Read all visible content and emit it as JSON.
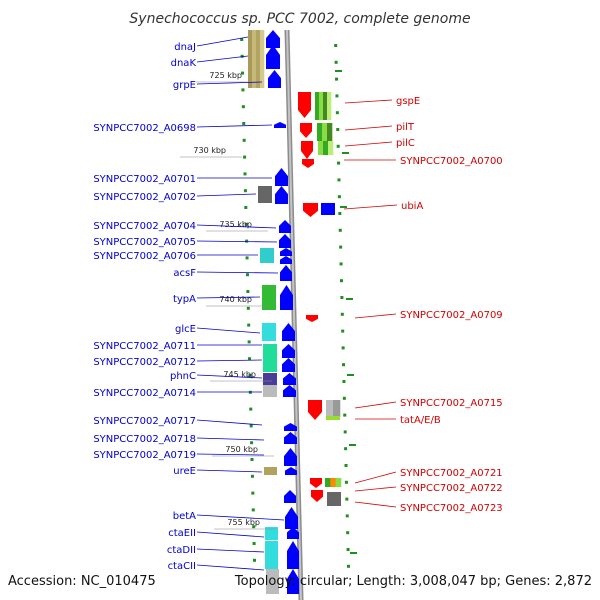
{
  "title": "Synechococcus sp. PCC 7002, complete genome",
  "footer": {
    "accession": "Accession: NC_010475",
    "topology": "Topology: circular; Length: 3,008,047 bp; Genes: 2,872"
  },
  "colors": {
    "forward_gene": "#0000ff",
    "reverse_gene": "#ff0000",
    "left_label": "#0000cc",
    "right_label": "#d40000",
    "tick": "#1f8f1f",
    "backbone": "#999999"
  },
  "ticks": [
    {
      "label": "725 kbp"
    },
    {
      "label": "730 kbp"
    },
    {
      "label": "735 kbp"
    },
    {
      "label": "740 kbp"
    },
    {
      "label": "745 kbp"
    },
    {
      "label": "750 kbp"
    },
    {
      "label": "755 kbp"
    }
  ],
  "left_genes": [
    {
      "label": "dnaJ"
    },
    {
      "label": "dnaK"
    },
    {
      "label": "grpE"
    },
    {
      "label": "SYNPCC7002_A0698"
    },
    {
      "label": "SYNPCC7002_A0701"
    },
    {
      "label": "SYNPCC7002_A0702"
    },
    {
      "label": "SYNPCC7002_A0704"
    },
    {
      "label": "SYNPCC7002_A0705"
    },
    {
      "label": "SYNPCC7002_A0706"
    },
    {
      "label": "acsF"
    },
    {
      "label": "typA"
    },
    {
      "label": "glcE"
    },
    {
      "label": "SYNPCC7002_A0711"
    },
    {
      "label": "SYNPCC7002_A0712"
    },
    {
      "label": "phnC"
    },
    {
      "label": "SYNPCC7002_A0714"
    },
    {
      "label": "SYNPCC7002_A0717"
    },
    {
      "label": "SYNPCC7002_A0718"
    },
    {
      "label": "SYNPCC7002_A0719"
    },
    {
      "label": "ureE"
    },
    {
      "label": "betA"
    },
    {
      "label": "ctaEII"
    },
    {
      "label": "ctaDII"
    },
    {
      "label": "ctaCII"
    }
  ],
  "right_genes": [
    {
      "label": "gspE"
    },
    {
      "label": "pilT"
    },
    {
      "label": "pilC"
    },
    {
      "label": "SYNPCC7002_A0700"
    },
    {
      "label": "ubiA"
    },
    {
      "label": "SYNPCC7002_A0709"
    },
    {
      "label": "SYNPCC7002_A0715"
    },
    {
      "label": "tatA/E/B"
    },
    {
      "label": "SYNPCC7002_A0721"
    },
    {
      "label": "SYNPCC7002_A0722"
    },
    {
      "label": "SYNPCC7002_A0723"
    }
  ]
}
